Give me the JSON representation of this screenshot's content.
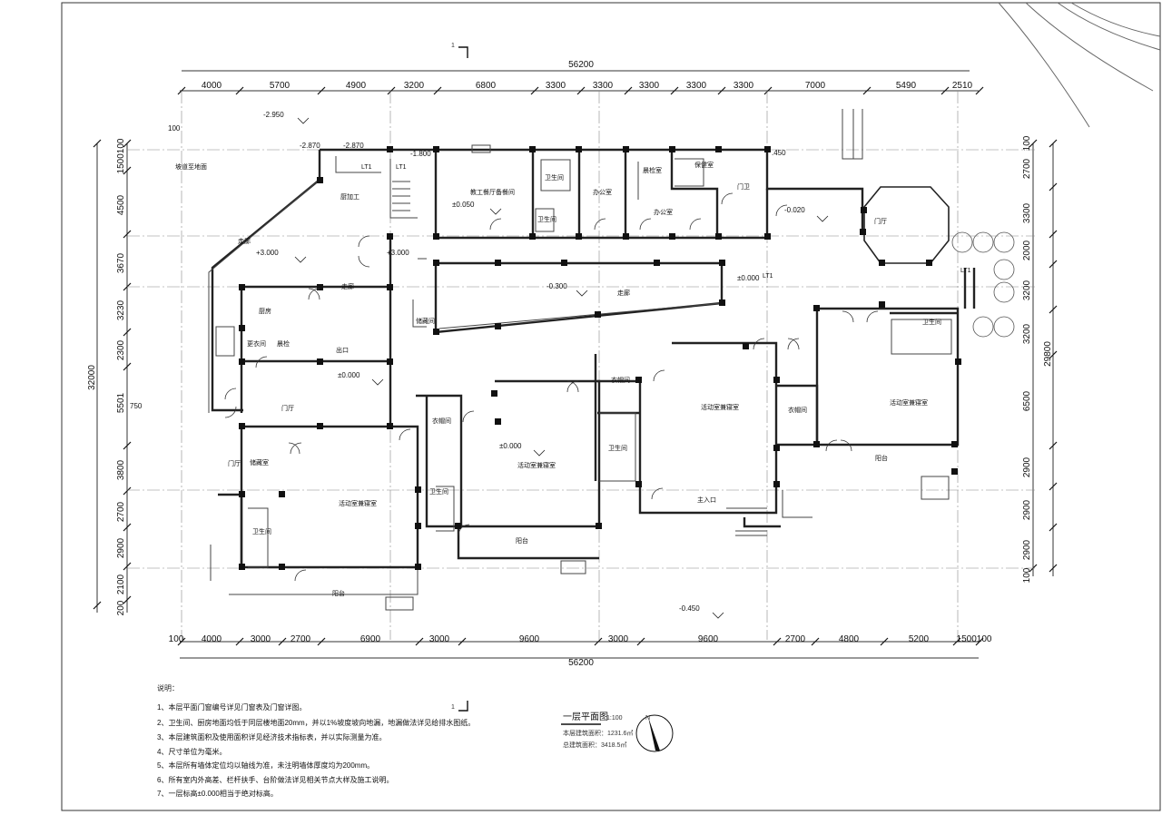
{
  "top_overall_dim": "56200",
  "bottom_overall_dim": "56200",
  "right_overall_dim": "29800",
  "left_overall_dim": "32000",
  "top_dims": [
    "4000",
    "5700",
    "4900",
    "3200",
    "6800",
    "3300",
    "3300",
    "3300",
    "3300",
    "3300",
    "7000",
    "5490",
    "2510"
  ],
  "bottom_dims": [
    "100",
    "4000",
    "3000",
    "2700",
    "6900",
    "3000",
    "9600",
    "3000",
    "9600",
    "2700",
    "4800",
    "5200",
    "1500100"
  ],
  "left_dims": [
    "1500100",
    "4500",
    "3670",
    "3230",
    "2300",
    "5501",
    "3800",
    "2700",
    "2900",
    "2100",
    "200"
  ],
  "right_dims": [
    "100",
    "2700",
    "3300",
    "2000",
    "3200",
    "3200",
    "6500",
    "2900",
    "2900",
    "2900",
    "100"
  ],
  "levels": {
    "l1": "-2.950",
    "l2": "-2.870",
    "l3": "-2.870",
    "l4": "-1.800",
    "l5": "±0.050",
    "l6": "+3.000",
    "l7": "+3.000",
    "l8": "-0.300",
    "l9": "±0.000",
    "l10": "-0.020",
    "l11": "±0.000",
    "l12": "±0.000",
    "l13": "-0.450",
    "l14": ".450",
    "l15": "100",
    "l16": "750"
  },
  "marks": {
    "lt1": "LT1",
    "lt2": "LT1",
    "lt3": "LT1",
    "lt4": "LT1"
  },
  "rooms": {
    "r_slope": "坡道至地面",
    "r_a": "厨加工",
    "r_b": "教工餐厅备餐间",
    "r_c": "办公室",
    "r_d": "卫生间",
    "r_e": "办公室",
    "r_f": "晨检室",
    "r_g": "保健室",
    "r_h": "门卫",
    "r_i": "门厅",
    "r_j": "卫生间",
    "r_k": "卫生间",
    "r_l": "储藏间",
    "r_m": "走廊",
    "r_n": "活动室兼寝室",
    "r_o": "活动室兼寝室",
    "r_p": "活动室兼寝室",
    "r_q": "活动室兼寝室",
    "r_r": "阳台",
    "r_s": "阳台",
    "r_t": "阳台",
    "r_u": "衣帽间",
    "r_v": "衣帽间",
    "r_w": "衣帽间",
    "r_x": "门厅",
    "r_y": "主入口",
    "r_z": "出口",
    "r_aa": "门厅",
    "r_ab": "厨房",
    "r_ac": "更衣间",
    "r_ad": "晨检",
    "r_ae": "储藏室",
    "r_af": "卫生间",
    "r_ag": "卫生间",
    "r_ah": "走廊",
    "r_ai": "走廊",
    "r_aj": "卫生间"
  },
  "notes": {
    "heading": "说明：",
    "items": [
      "1、本层平面门窗编号详见门窗表及门窗详图。",
      "2、卫生间、厨房地面均低于同层楼地面20mm，并以1%坡度坡向地漏，地漏做法详见给排水图纸。",
      "3、本层建筑面积及使用面积详见经济技术指标表，并以实际测量为准。",
      "4、尺寸单位为毫米。",
      "5、本层所有墙体定位均以轴线为准，未注明墙体厚度均为200mm。",
      "6、所有室内外高差、栏杆扶手、台阶做法详见相关节点大样及施工说明。",
      "7、一层标高±0.000相当于绝对标高。"
    ]
  },
  "drawing_title": "一层平面图",
  "drawing_scale": "1:100",
  "area_lines": [
    "本层建筑面积：1231.6㎡",
    "总建筑面积：3418.5㎡"
  ],
  "north_label": "N",
  "section_marks": {
    "s1": "1",
    "s2": "1"
  }
}
